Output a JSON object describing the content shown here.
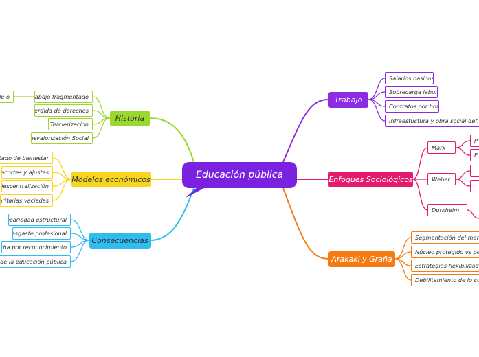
{
  "central": {
    "label": "Educación pública",
    "color": "#7b22e0"
  },
  "colors": {
    "historia": "#9bd82e",
    "modelos": "#f7d51d",
    "consecuencias": "#2fbcf0",
    "trabajo": "#8b2be2",
    "enfoques": "#e41a6e",
    "arakaki": "#f57c14"
  },
  "historia": {
    "label": "Historia",
    "items": [
      "Trabajo fragmentado",
      "Perdida de derechos",
      "Tercierizacion",
      "Desvalorización Social"
    ],
    "far_label": "de o"
  },
  "modelos": {
    "label": "Modelos económicos",
    "items": [
      "Estado de bienestar",
      "Recortes y ajustes",
      "Descentralización",
      "Paritarias vaciadas"
    ]
  },
  "consecuencias": {
    "label": "Consecuencias",
    "items": [
      "Precariedad estructural",
      "Desgaste profesional",
      "Lucha por reconocimiento",
      "anza de la educación pública"
    ]
  },
  "trabajo": {
    "label": "Trabajo",
    "items": [
      "Salarios básicos",
      "Sobrecarga laboral",
      "Contratos por hora",
      "Infraestuctura y obra social deficiante"
    ]
  },
  "enfoques": {
    "label": "Enfoques Sociológicos",
    "items": [
      "Marx",
      "Weber",
      "Durkheim"
    ],
    "sub_marx": [
      "P",
      "E"
    ]
  },
  "arakaki": {
    "label": "Arakaki y Graña",
    "items": [
      "Segmentación del mercado",
      "Núcleo protegido vs perifer",
      "Estrategias flexibilizadoras",
      "Debilitamiento de lo colect"
    ]
  }
}
